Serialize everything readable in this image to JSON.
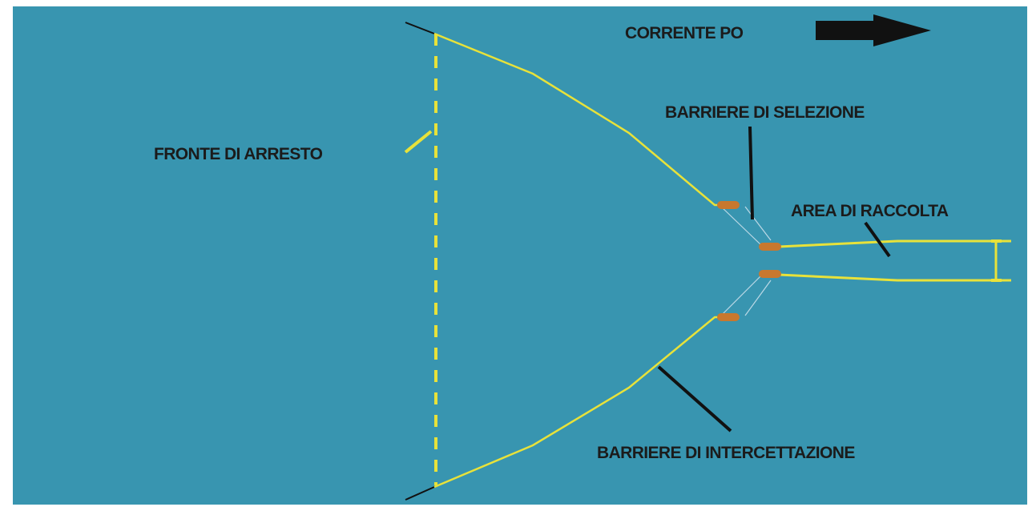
{
  "colors": {
    "water": "#3895b0",
    "barrier": "#e8e23a",
    "pointer": "#111111",
    "float": "#c8782e",
    "selection_line": "#bcd9e6"
  },
  "labels": {
    "current": "CORRENTE PO",
    "selection": "BARRIERE DI SELEZIONE",
    "stop_front": "FRONTE DI ARRESTO",
    "collection": "AREA DI RACCOLTA",
    "interception": "BARRIERE DI INTERCETTAZIONE"
  },
  "icons": {
    "current_arrow": "arrow-right-icon"
  }
}
